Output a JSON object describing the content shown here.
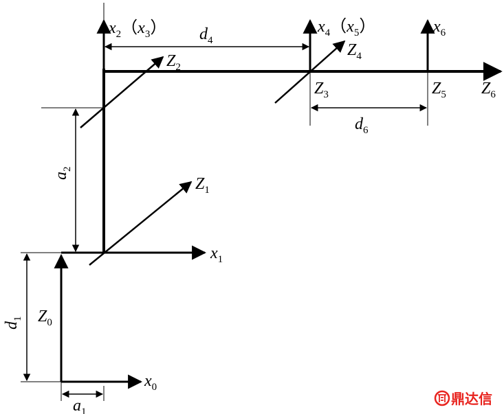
{
  "labels": {
    "x0": {
      "main": "x",
      "sub": "0"
    },
    "x1": {
      "main": "x",
      "sub": "1"
    },
    "z0": {
      "main": "Z",
      "sub": "0"
    },
    "z1": {
      "main": "Z",
      "sub": "1"
    },
    "z2": {
      "main": "Z",
      "sub": "2"
    },
    "z3": {
      "main": "Z",
      "sub": "3"
    },
    "z4": {
      "main": "Z",
      "sub": "4"
    },
    "z5": {
      "main": "Z",
      "sub": "5"
    },
    "z6": {
      "main": "Z",
      "sub": "6"
    },
    "x2x3": {
      "main": "x",
      "sub": "2",
      "paren_open": "（",
      "paren_main": "x",
      "paren_sub": "3",
      "paren_close": "）"
    },
    "x4x5": {
      "main": "x",
      "sub": "4",
      "paren_open": "（",
      "paren_main": "x",
      "paren_sub": "5",
      "paren_close": "）"
    },
    "x6": {
      "main": "x",
      "sub": "6"
    },
    "d1": {
      "main": "d",
      "sub": "1"
    },
    "d4": {
      "main": "d",
      "sub": "4"
    },
    "d6": {
      "main": "d",
      "sub": "6"
    },
    "a1": {
      "main": "a",
      "sub": "1"
    },
    "a2": {
      "main": "a",
      "sub": "2"
    }
  },
  "watermark": {
    "text": "鼎达信",
    "color": "#e8231e"
  }
}
